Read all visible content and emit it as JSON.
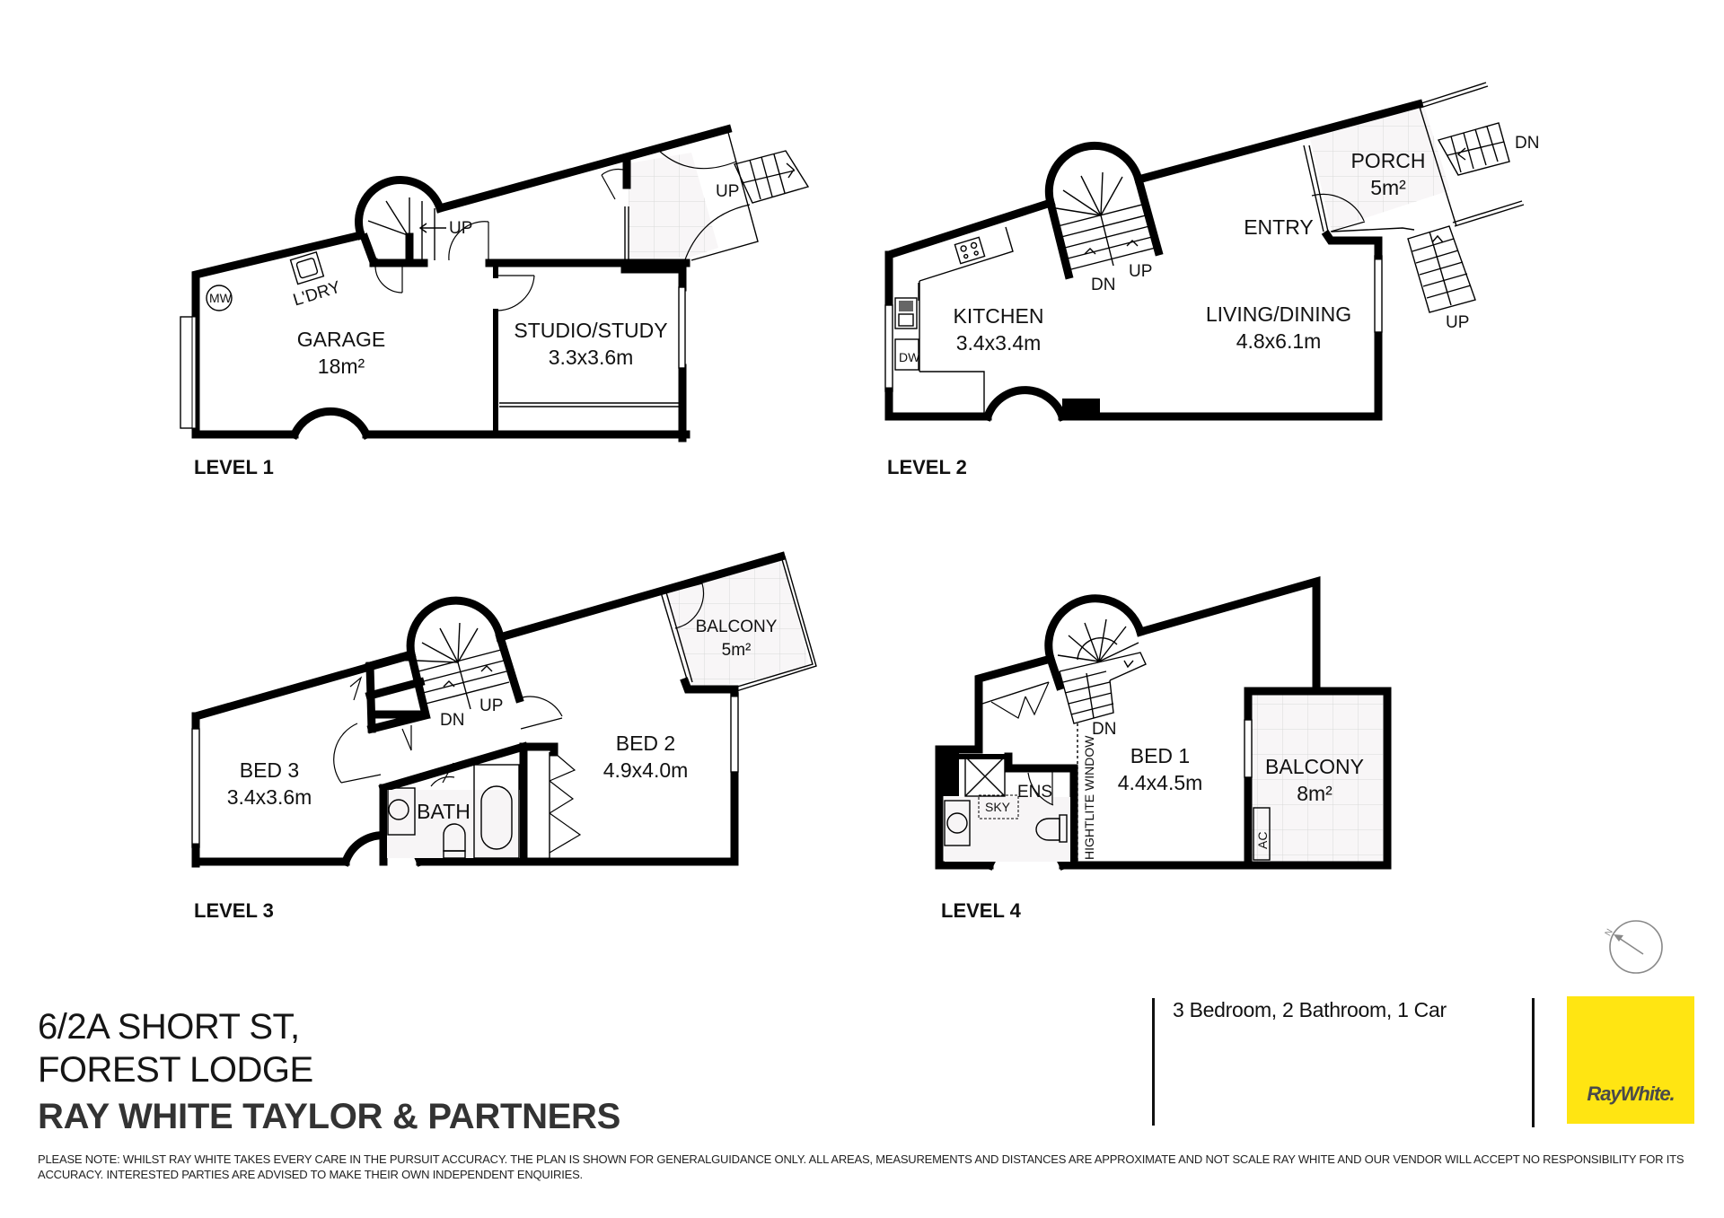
{
  "plan": {
    "levels": [
      {
        "label": "LEVEL 1",
        "rooms": [
          {
            "name": "GARAGE",
            "size": "18m²"
          },
          {
            "name": "STUDIO/STUDY",
            "size": "3.3x3.6m"
          }
        ],
        "annotations": {
          "laundry": "L'DRY",
          "microwave": "MW",
          "stair_up": "UP",
          "outdoor_stair_up": "UP"
        }
      },
      {
        "label": "LEVEL 2",
        "rooms": [
          {
            "name": "KITCHEN",
            "size": "3.4x3.4m"
          },
          {
            "name": "LIVING/DINING",
            "size": "4.8x6.1m"
          },
          {
            "name": "ENTRY",
            "size": ""
          },
          {
            "name": "PORCH",
            "size": "5m²"
          }
        ],
        "annotations": {
          "dishwasher": "DW",
          "stair_dn": "DN",
          "stair_up": "UP",
          "porch_dn": "DN",
          "porch_up": "UP"
        }
      },
      {
        "label": "LEVEL 3",
        "rooms": [
          {
            "name": "BED 3",
            "size": "3.4x3.6m"
          },
          {
            "name": "BED 2",
            "size": "4.9x4.0m"
          },
          {
            "name": "BATH",
            "size": ""
          },
          {
            "name": "BALCONY",
            "size": "5m²"
          }
        ],
        "annotations": {
          "stair_dn": "DN",
          "stair_up": "UP"
        }
      },
      {
        "label": "LEVEL 4",
        "rooms": [
          {
            "name": "BED 1",
            "size": "4.4x4.5m"
          },
          {
            "name": "BALCONY",
            "size": "8m²"
          },
          {
            "name": "ENS",
            "size": ""
          }
        ],
        "annotations": {
          "skylight": "SKY",
          "highlight_window": "HIGHTLITE WINDOW",
          "stair_dn": "DN",
          "air_con": "AC"
        }
      }
    ],
    "compass": {
      "label": "N",
      "icon": "north-arrow-icon"
    }
  },
  "footer": {
    "address_line1": "6/2A SHORT ST,",
    "address_line2": "FOREST LODGE",
    "agency": "RAY WHITE TAYLOR & PARTNERS",
    "specs": "3 Bedroom, 2 Bathroom, 1 Car",
    "logo_text": "RayWhite.",
    "logo_color": "#FFE512",
    "disclaimer": "PLEASE NOTE: WHILST RAY WHITE TAKES EVERY CARE IN THE PURSUIT ACCURACY. THE PLAN IS SHOWN FOR GENERALGUIDANCE ONLY. ALL AREAS, MEASUREMENTS AND DISTANCES ARE APPROXIMATE AND NOT SCALE RAY WHITE AND OUR VENDOR WILL ACCEPT NO RESPONSIBILITY FOR ITS ACCURACY. INTERESTED PARTIES ARE ADVISED TO MAKE THEIR OWN INDEPENDENT ENQUIRIES."
  }
}
